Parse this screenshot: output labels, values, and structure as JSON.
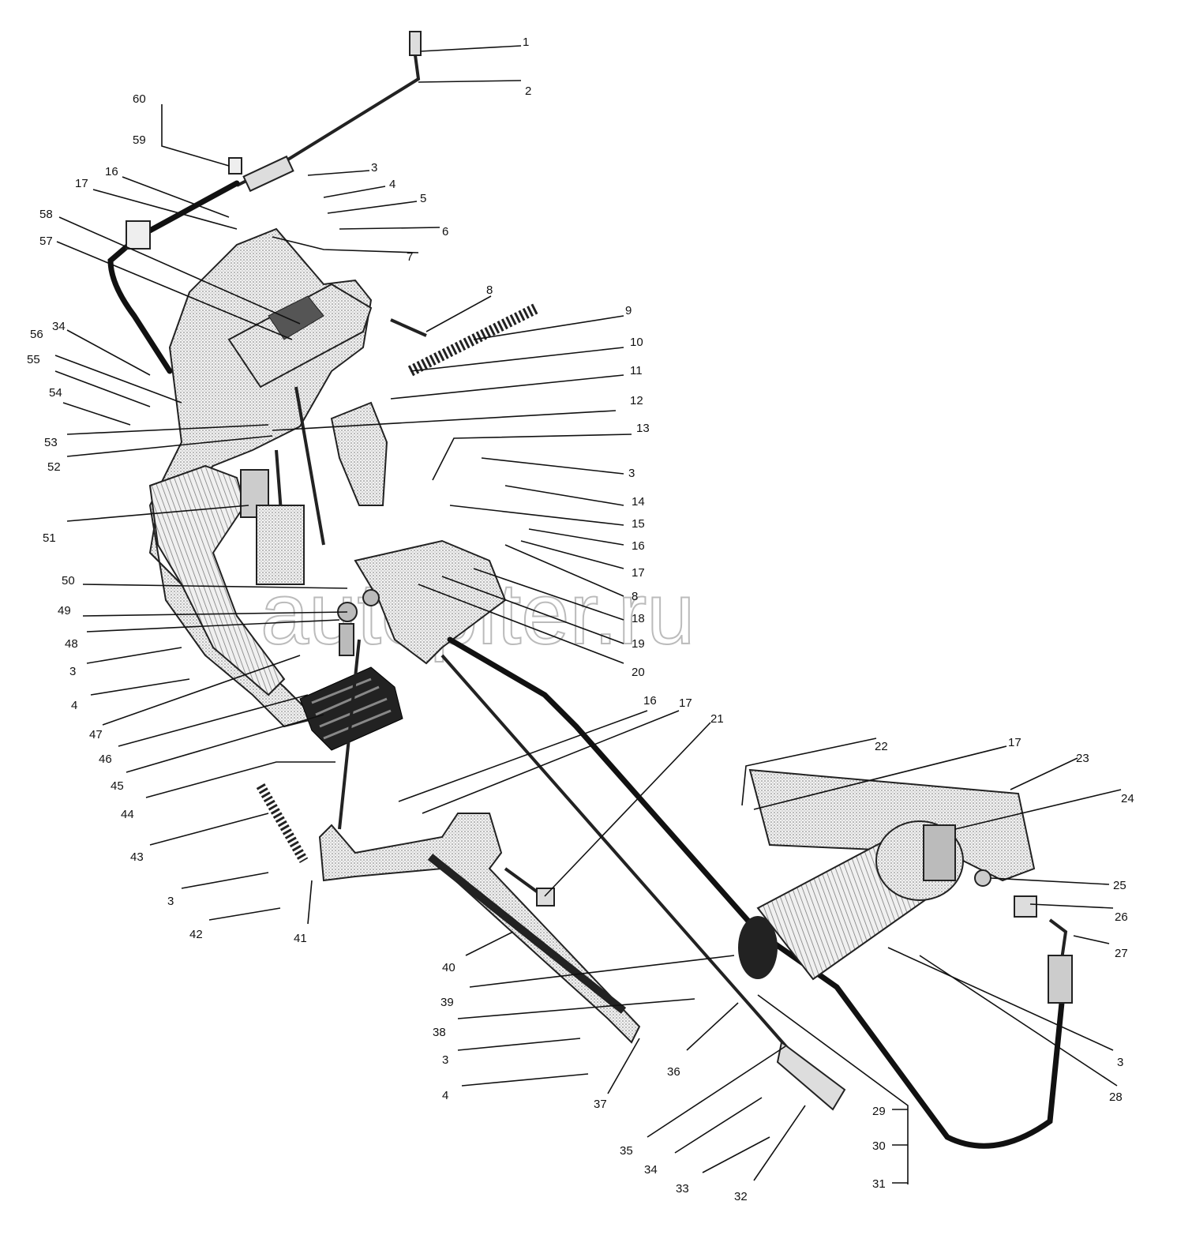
{
  "watermark": "autopiter.ru",
  "labels": [
    "1",
    "2",
    "60",
    "59",
    "3",
    "4",
    "5",
    "6",
    "16",
    "17",
    "7",
    "58",
    "57",
    "8",
    "9",
    "10",
    "11",
    "34",
    "56",
    "55",
    "54",
    "12",
    "53",
    "52",
    "13",
    "3",
    "14",
    "15",
    "16",
    "17",
    "51",
    "8",
    "18",
    "50",
    "49",
    "48",
    "19",
    "20",
    "3",
    "4",
    "47",
    "46",
    "45",
    "44",
    "16",
    "17",
    "21",
    "22",
    "17",
    "23",
    "24",
    "43",
    "3",
    "42",
    "41",
    "40",
    "39",
    "38",
    "3",
    "4",
    "37",
    "36",
    "25",
    "26",
    "27",
    "28",
    "3",
    "35",
    "34",
    "33",
    "32",
    "29",
    "30",
    "31"
  ],
  "colors": {
    "ink": "#111111",
    "shade": "#888888",
    "hatch_bg": "#f3f3f3"
  }
}
